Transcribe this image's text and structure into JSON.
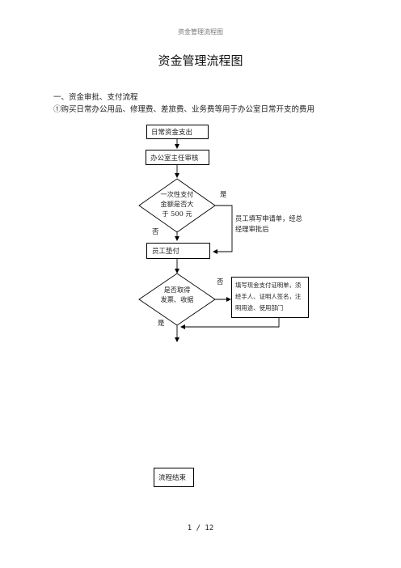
{
  "page": {
    "header": "资金管理流程图",
    "title": "资金管理流程图",
    "section": "一、资金审批、支付流程",
    "item": "①购买日常办公用品、修理费、差旅费、业务费等用于办公室日常开支的费用",
    "footer": "1 / 12"
  },
  "flow": {
    "start": "日常资金支出",
    "review": "办公室主任审核",
    "decision1": {
      "line1": "一次性支付",
      "line2": "金额是否大",
      "line3": "于 500 元"
    },
    "yes1": "是",
    "no1": "否",
    "note1": {
      "line1": "员工填写申请单，经总",
      "line2": "经理审批后"
    },
    "advance": "员工垫付",
    "decision2": {
      "line1": "是否取得",
      "line2": "发票、收据"
    },
    "no2": "否",
    "note2": {
      "line1": "填写现金支付证明单，须",
      "line2": "经手人、证明人签名，注",
      "line3": "明用途、使用部门"
    },
    "yes2": "是",
    "end": "流程结束"
  }
}
